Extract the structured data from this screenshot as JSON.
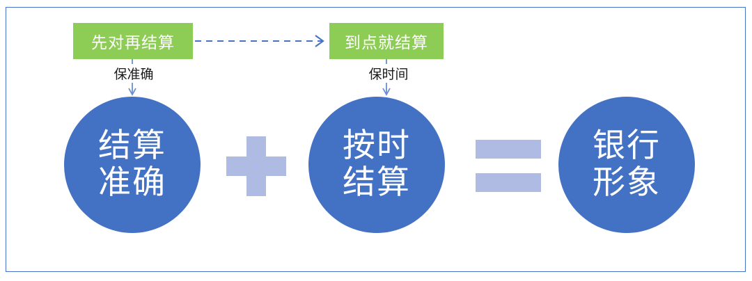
{
  "frame": {
    "border_color": "#4472c4",
    "background": "#ffffff"
  },
  "palette": {
    "green": "#8ECD55",
    "blue_circle": "#4372C4",
    "light_blue_operator": "#B0BBE4",
    "arrow_blue": "#4472c4",
    "label_text": "#1a1a1a",
    "box_text": "#ffffff"
  },
  "top_row": {
    "boxes": [
      {
        "text": "先对再结算",
        "sub_label": "保准确"
      },
      {
        "text": "到点就结算",
        "sub_label": "保时间"
      }
    ],
    "connector": {
      "style": "dashed",
      "direction": "left-to-right",
      "arrowhead": "open"
    }
  },
  "equation": {
    "terms": [
      {
        "line1": "结算",
        "line2": "准确"
      },
      {
        "line1": "按时",
        "line2": "结算"
      },
      {
        "line1": "银行",
        "line2": "形象"
      }
    ],
    "operators": [
      {
        "symbol": "+",
        "name": "plus"
      },
      {
        "symbol": "=",
        "name": "equals"
      }
    ]
  },
  "vertical_arrows": [
    {
      "from": "先对再结算",
      "to": "结算准确"
    },
    {
      "from": "到点就结算",
      "to": "按时结算"
    }
  ]
}
